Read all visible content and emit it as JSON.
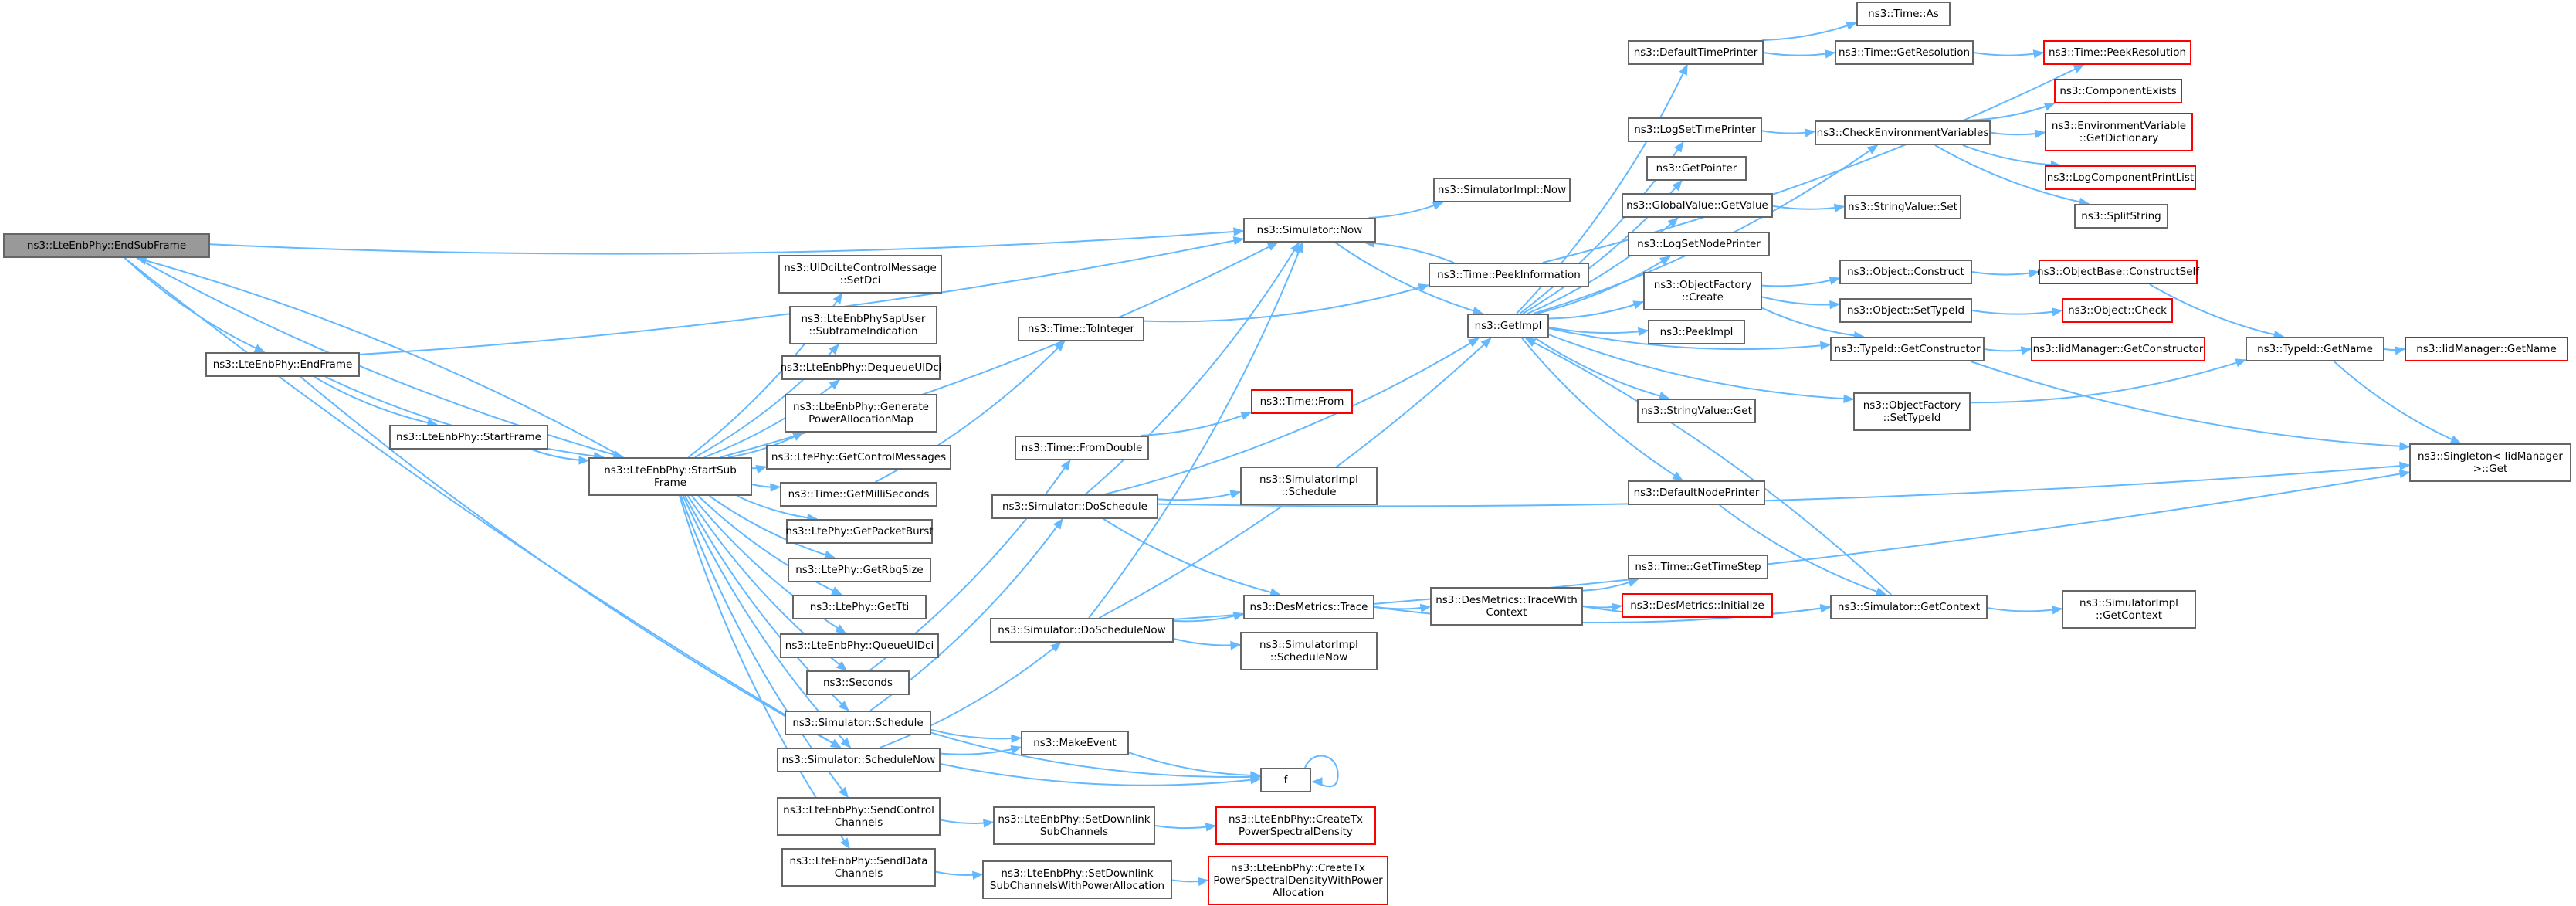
{
  "graph": {
    "colors": {
      "edge": "#63b8ff",
      "node_border": "#666666",
      "truncated_border": "#ff0000",
      "root_fill": "#999999"
    },
    "nodes": [
      {
        "id": "root",
        "label": "ns3::LteEnbPhy::EndSubFrame",
        "kind": "root"
      },
      {
        "id": "endframe",
        "label": "ns3::LteEnbPhy::EndFrame"
      },
      {
        "id": "startframe",
        "label": "ns3::LteEnbPhy::StartFrame"
      },
      {
        "id": "startsub",
        "label": "ns3::LteEnbPhy::StartSub\nFrame"
      },
      {
        "id": "setdci",
        "label": "ns3::UlDciLteControlMessage\n::SetDci"
      },
      {
        "id": "sapuser",
        "label": "ns3::LteEnbPhySapUser\n::SubframeIndication"
      },
      {
        "id": "dequeue",
        "label": "ns3::LteEnbPhy::DequeueUlDci"
      },
      {
        "id": "genpower",
        "label": "ns3::LteEnbPhy::Generate\nPowerAllocationMap"
      },
      {
        "id": "getctrl",
        "label": "ns3::LtePhy::GetControlMessages"
      },
      {
        "id": "getmilli",
        "label": "ns3::Time::GetMilliSeconds"
      },
      {
        "id": "getpkt",
        "label": "ns3::LtePhy::GetPacketBurst"
      },
      {
        "id": "getrbg",
        "label": "ns3::LtePhy::GetRbgSize"
      },
      {
        "id": "gettti",
        "label": "ns3::LtePhy::GetTti"
      },
      {
        "id": "queueul",
        "label": "ns3::LteEnbPhy::QueueUlDci"
      },
      {
        "id": "seconds",
        "label": "ns3::Seconds"
      },
      {
        "id": "schedule",
        "label": "ns3::Simulator::Schedule"
      },
      {
        "id": "schednow",
        "label": "ns3::Simulator::ScheduleNow"
      },
      {
        "id": "sendctrl",
        "label": "ns3::LteEnbPhy::SendControl\nChannels"
      },
      {
        "id": "senddata",
        "label": "ns3::LteEnbPhy::SendData\nChannels"
      },
      {
        "id": "now",
        "label": "ns3::Simulator::Now"
      },
      {
        "id": "toint",
        "label": "ns3::Time::ToInteger"
      },
      {
        "id": "fromdbl",
        "label": "ns3::Time::FromDouble"
      },
      {
        "id": "from",
        "label": "ns3::Time::From",
        "kind": "truncated"
      },
      {
        "id": "dosched",
        "label": "ns3::Simulator::DoSchedule"
      },
      {
        "id": "doschednow",
        "label": "ns3::Simulator::DoScheduleNow"
      },
      {
        "id": "makeevent",
        "label": "ns3::MakeEvent"
      },
      {
        "id": "f",
        "label": "f"
      },
      {
        "id": "setdl",
        "label": "ns3::LteEnbPhy::SetDownlink\nSubChannels"
      },
      {
        "id": "setdlpa",
        "label": "ns3::LteEnbPhy::SetDownlink\nSubChannelsWithPowerAllocation"
      },
      {
        "id": "createtx",
        "label": "ns3::LteEnbPhy::CreateTx\nPowerSpectralDensity",
        "kind": "truncated"
      },
      {
        "id": "createtxpa",
        "label": "ns3::LteEnbPhy::CreateTx\nPowerSpectralDensityWithPower\nAllocation",
        "kind": "truncated"
      },
      {
        "id": "implsched",
        "label": "ns3::SimulatorImpl\n::Schedule"
      },
      {
        "id": "desmtrace",
        "label": "ns3::DesMetrics::Trace"
      },
      {
        "id": "implschednow",
        "label": "ns3::SimulatorImpl\n::ScheduleNow"
      },
      {
        "id": "implnow",
        "label": "ns3::SimulatorImpl::Now"
      },
      {
        "id": "peekinfo",
        "label": "ns3::Time::PeekInformation"
      },
      {
        "id": "getimpl",
        "label": "ns3::GetImpl"
      },
      {
        "id": "tracewith",
        "label": "ns3::DesMetrics::TraceWith\nContext"
      },
      {
        "id": "gettimestep",
        "label": "ns3::Time::GetTimeStep"
      },
      {
        "id": "desinit",
        "label": "ns3::DesMetrics::Initialize",
        "kind": "truncated"
      },
      {
        "id": "defprinter",
        "label": "ns3::DefaultTimePrinter"
      },
      {
        "id": "logsettp",
        "label": "ns3::LogSetTimePrinter"
      },
      {
        "id": "getpointer",
        "label": "ns3::GetPointer"
      },
      {
        "id": "gvget",
        "label": "ns3::GlobalValue::GetValue"
      },
      {
        "id": "logsetnode",
        "label": "ns3::LogSetNodePrinter"
      },
      {
        "id": "ofcreate",
        "label": "ns3::ObjectFactory\n::Create"
      },
      {
        "id": "peekimpl",
        "label": "ns3::PeekImpl"
      },
      {
        "id": "svget",
        "label": "ns3::StringValue::Get"
      },
      {
        "id": "defnode",
        "label": "ns3::DefaultNodePrinter"
      },
      {
        "id": "getctx",
        "label": "ns3::Simulator::GetContext"
      },
      {
        "id": "timeas",
        "label": "ns3::Time::As"
      },
      {
        "id": "getres",
        "label": "ns3::Time::GetResolution"
      },
      {
        "id": "peekres",
        "label": "ns3::Time::PeekResolution",
        "kind": "truncated"
      },
      {
        "id": "checkenv",
        "label": "ns3::CheckEnvironmentVariables"
      },
      {
        "id": "compexists",
        "label": "ns3::ComponentExists",
        "kind": "truncated"
      },
      {
        "id": "envdict",
        "label": "ns3::EnvironmentVariable\n::GetDictionary",
        "kind": "truncated"
      },
      {
        "id": "logcomp",
        "label": "ns3::LogComponentPrintList",
        "kind": "truncated"
      },
      {
        "id": "splitstr",
        "label": "ns3::SplitString"
      },
      {
        "id": "svset",
        "label": "ns3::StringValue::Set"
      },
      {
        "id": "objconstruct",
        "label": "ns3::Object::Construct"
      },
      {
        "id": "objsettype",
        "label": "ns3::Object::SetTypeId"
      },
      {
        "id": "typegetctor",
        "label": "ns3::TypeId::GetConstructor"
      },
      {
        "id": "ofsettype",
        "label": "ns3::ObjectFactory\n::SetTypeId"
      },
      {
        "id": "constructself",
        "label": "ns3::ObjectBase::ConstructSelf",
        "kind": "truncated"
      },
      {
        "id": "objcheck",
        "label": "ns3::Object::Check",
        "kind": "truncated"
      },
      {
        "id": "iidctor",
        "label": "ns3::IidManager::GetConstructor",
        "kind": "truncated"
      },
      {
        "id": "typegetname",
        "label": "ns3::TypeId::GetName"
      },
      {
        "id": "iidname",
        "label": "ns3::IidManager::GetName",
        "kind": "truncated"
      },
      {
        "id": "singleton",
        "label": "ns3::Singleton< IidManager\n >::Get"
      },
      {
        "id": "implgetctx",
        "label": "ns3::SimulatorImpl\n::GetContext"
      }
    ],
    "edges": [
      [
        "root",
        "endframe"
      ],
      [
        "root",
        "now"
      ],
      [
        "root",
        "startsub"
      ],
      [
        "root",
        "schednow"
      ],
      [
        "endframe",
        "startframe"
      ],
      [
        "endframe",
        "startsub"
      ],
      [
        "endframe",
        "now"
      ],
      [
        "endframe",
        "schednow"
      ],
      [
        "startframe",
        "startsub"
      ],
      [
        "startsub",
        "root"
      ],
      [
        "startsub",
        "setdci"
      ],
      [
        "startsub",
        "sapuser"
      ],
      [
        "startsub",
        "dequeue"
      ],
      [
        "startsub",
        "genpower"
      ],
      [
        "startsub",
        "getctrl"
      ],
      [
        "startsub",
        "getmilli"
      ],
      [
        "startsub",
        "getpkt"
      ],
      [
        "startsub",
        "getrbg"
      ],
      [
        "startsub",
        "gettti"
      ],
      [
        "startsub",
        "queueul"
      ],
      [
        "startsub",
        "seconds"
      ],
      [
        "startsub",
        "schedule"
      ],
      [
        "startsub",
        "schednow"
      ],
      [
        "startsub",
        "sendctrl"
      ],
      [
        "startsub",
        "senddata"
      ],
      [
        "startsub",
        "now"
      ],
      [
        "getmilli",
        "toint"
      ],
      [
        "seconds",
        "fromdbl"
      ],
      [
        "fromdbl",
        "from"
      ],
      [
        "schedule",
        "dosched"
      ],
      [
        "schedule",
        "makeevent"
      ],
      [
        "schedule",
        "f"
      ],
      [
        "schednow",
        "doschednow"
      ],
      [
        "schednow",
        "makeevent"
      ],
      [
        "schednow",
        "f"
      ],
      [
        "makeevent",
        "f"
      ],
      [
        "f",
        "f"
      ],
      [
        "sendctrl",
        "setdl"
      ],
      [
        "setdl",
        "createtx"
      ],
      [
        "senddata",
        "setdlpa"
      ],
      [
        "setdlpa",
        "createtxpa"
      ],
      [
        "toint",
        "peekinfo"
      ],
      [
        "dosched",
        "now"
      ],
      [
        "dosched",
        "getimpl"
      ],
      [
        "dosched",
        "implsched"
      ],
      [
        "dosched",
        "desmtrace"
      ],
      [
        "dosched",
        "singleton"
      ],
      [
        "doschednow",
        "now"
      ],
      [
        "doschednow",
        "getimpl"
      ],
      [
        "doschednow",
        "desmtrace"
      ],
      [
        "doschednow",
        "implschednow"
      ],
      [
        "doschednow",
        "singleton"
      ],
      [
        "now",
        "implnow"
      ],
      [
        "now",
        "getimpl"
      ],
      [
        "desmtrace",
        "tracewith"
      ],
      [
        "desmtrace",
        "getctx"
      ],
      [
        "tracewith",
        "gettimestep"
      ],
      [
        "tracewith",
        "desinit"
      ],
      [
        "tracewith",
        "getctx"
      ],
      [
        "peekinfo",
        "now"
      ],
      [
        "peekinfo",
        "peekres"
      ],
      [
        "getimpl",
        "defprinter"
      ],
      [
        "getimpl",
        "logsettp"
      ],
      [
        "getimpl",
        "getpointer"
      ],
      [
        "getimpl",
        "gvget"
      ],
      [
        "getimpl",
        "logsetnode"
      ],
      [
        "getimpl",
        "ofcreate"
      ],
      [
        "getimpl",
        "peekimpl"
      ],
      [
        "getimpl",
        "svget"
      ],
      [
        "getimpl",
        "defnode"
      ],
      [
        "getimpl",
        "ofsettype"
      ],
      [
        "getimpl",
        "typegetctor"
      ],
      [
        "getimpl",
        "checkenv"
      ],
      [
        "getctx",
        "getimpl"
      ],
      [
        "getctx",
        "implgetctx"
      ],
      [
        "defnode",
        "getctx"
      ],
      [
        "defprinter",
        "timeas"
      ],
      [
        "defprinter",
        "getres"
      ],
      [
        "getres",
        "peekres"
      ],
      [
        "logsettp",
        "checkenv"
      ],
      [
        "checkenv",
        "compexists"
      ],
      [
        "checkenv",
        "envdict"
      ],
      [
        "checkenv",
        "logcomp"
      ],
      [
        "checkenv",
        "splitstr"
      ],
      [
        "gvget",
        "svset"
      ],
      [
        "ofcreate",
        "objconstruct"
      ],
      [
        "ofcreate",
        "objsettype"
      ],
      [
        "ofcreate",
        "typegetctor"
      ],
      [
        "objconstruct",
        "constructself"
      ],
      [
        "objsettype",
        "objcheck"
      ],
      [
        "typegetctor",
        "iidctor"
      ],
      [
        "typegetctor",
        "singleton"
      ],
      [
        "constructself",
        "typegetname"
      ],
      [
        "ofsettype",
        "typegetname"
      ],
      [
        "typegetname",
        "iidname"
      ],
      [
        "typegetname",
        "singleton"
      ]
    ]
  }
}
